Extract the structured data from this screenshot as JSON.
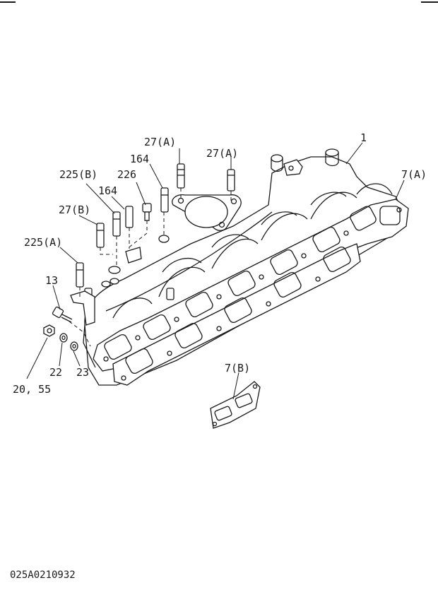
{
  "labels": {
    "part_1": "1",
    "part_27a_top": "27(A)",
    "part_27a_mid": "27(A)",
    "part_164_top": "164",
    "part_226": "226",
    "part_225b": "225(B)",
    "part_164_mid": "164",
    "part_27b": "27(B)",
    "part_225a": "225(A)",
    "part_13": "13",
    "part_7a": "7(A)",
    "part_7b": "7(B)",
    "part_22": "22",
    "part_23": "23",
    "part_20_55": "20, 55"
  },
  "footer": {
    "drawing_code": "025A0210932"
  }
}
